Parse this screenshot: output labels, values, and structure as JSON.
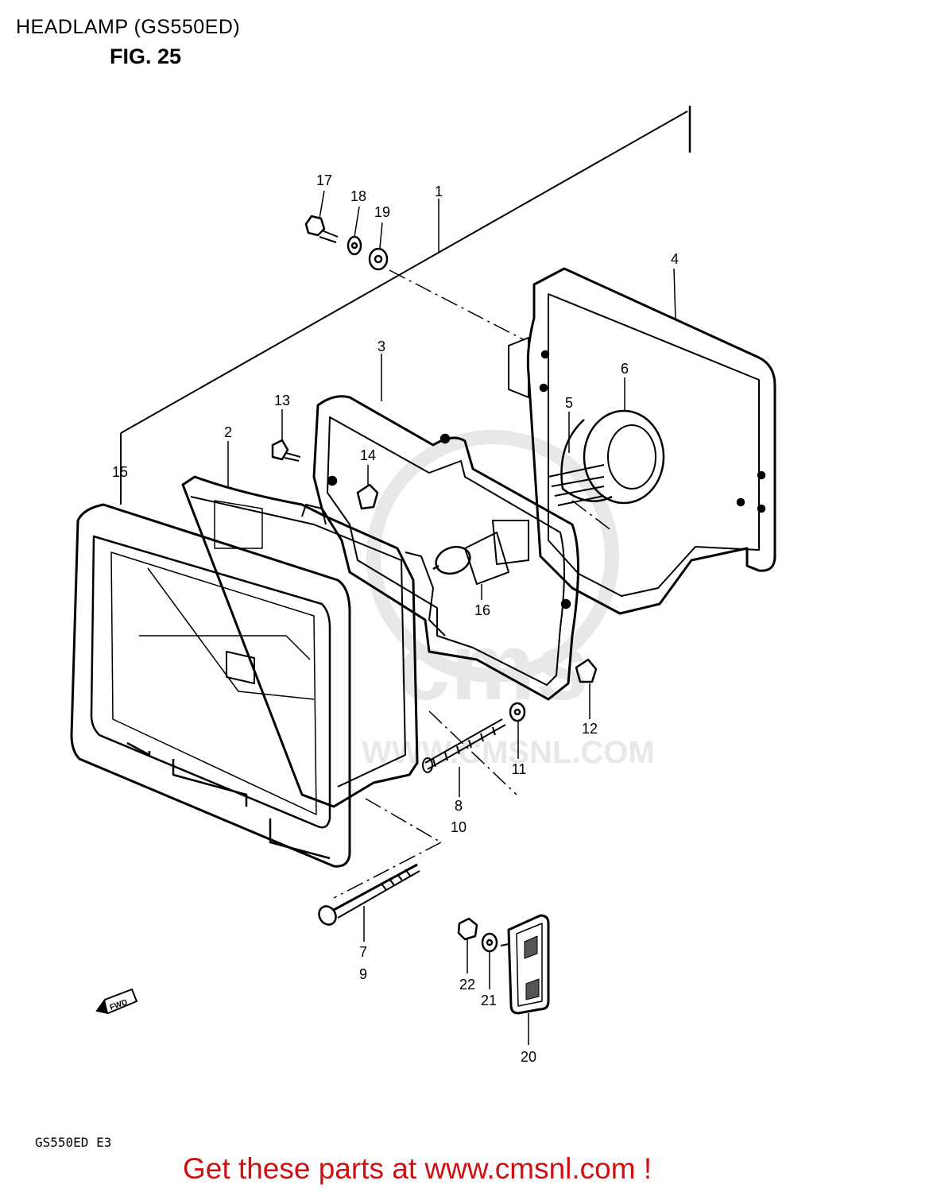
{
  "header": {
    "title": "HEADLAMP (GS550ED)",
    "figure": "FIG. 25"
  },
  "watermark": {
    "line1": "cms",
    "line2": "WWW.CMSNL.COM"
  },
  "fwd_label": "FWD",
  "part_labels": {
    "p1": "1",
    "p2": "2",
    "p3": "3",
    "p4": "4",
    "p5": "5",
    "p6": "6",
    "p7": "7",
    "p8": "8",
    "p9": "9",
    "p10": "10",
    "p11": "11",
    "p12": "12",
    "p13": "13",
    "p14": "14",
    "p15": "15",
    "p16": "16",
    "p17": "17",
    "p18": "18",
    "p19": "19",
    "p20": "20",
    "p21": "21",
    "p22": "22"
  },
  "footer": {
    "model_code": "GS550ED E3",
    "cta": "Get these parts at www.cmsnl.com !"
  }
}
